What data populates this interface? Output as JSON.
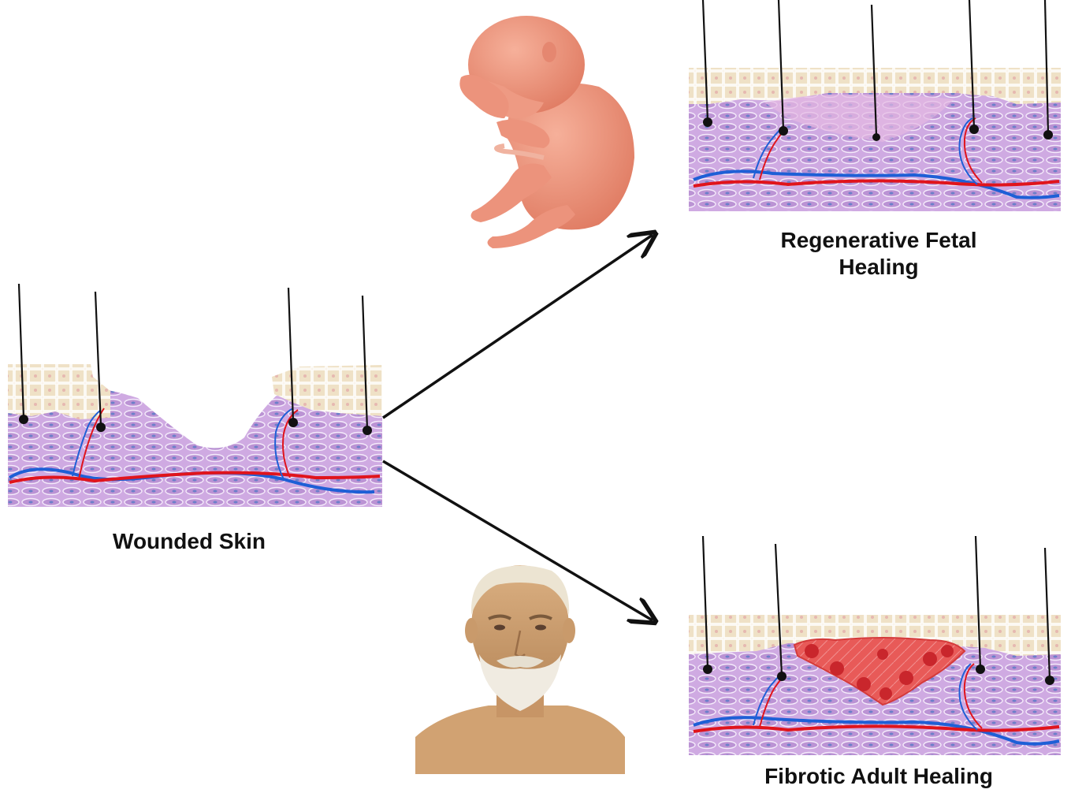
{
  "labels": {
    "wounded": "Wounded Skin",
    "fetal_line1": "Regenerative Fetal",
    "fetal_line2": "Healing",
    "adult": "Fibrotic Adult Healing"
  },
  "colors": {
    "epidermis": "#f1e6cf",
    "dermis": "#c9a2de",
    "dermis_dark": "#a57bc3",
    "artery": "#e0141c",
    "vein": "#1e5fd6",
    "scar": "#e23a3a",
    "fetal_skin": "#ea8a72",
    "adult_skin": "#d4a577",
    "beard": "#f0ebe1"
  },
  "icons": {
    "fetus": "fetus-illustration",
    "elder": "elderly-man-portrait",
    "arrow_up": "arrow-right-up-icon",
    "arrow_down": "arrow-right-down-icon"
  }
}
